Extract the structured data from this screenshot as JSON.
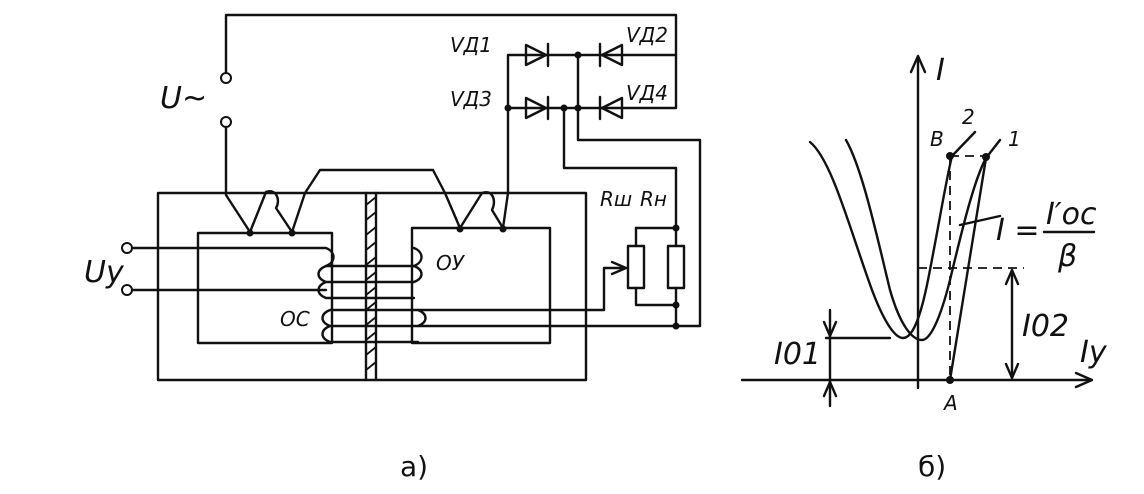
{
  "figure_a": {
    "caption": "а)",
    "supply_voltage": "U~",
    "control_voltage": "Uу",
    "diode_labels": [
      "VД1",
      "VД2",
      "VД3",
      "VД4"
    ],
    "winding_feedback": "ОС",
    "winding_working": "ОУ",
    "resistor_shunt": "Rш",
    "resistor_load": "Rн"
  },
  "figure_b": {
    "caption": "б)",
    "axis_y": "I",
    "axis_x": "Iу",
    "point_b": "B",
    "point_a": "A",
    "curve_2": "2",
    "curve_1": "1",
    "formula_lhs": "I =",
    "formula_numerator": "I′ос",
    "formula_denominator": "β",
    "current_01": "I01",
    "current_02": "I02"
  }
}
